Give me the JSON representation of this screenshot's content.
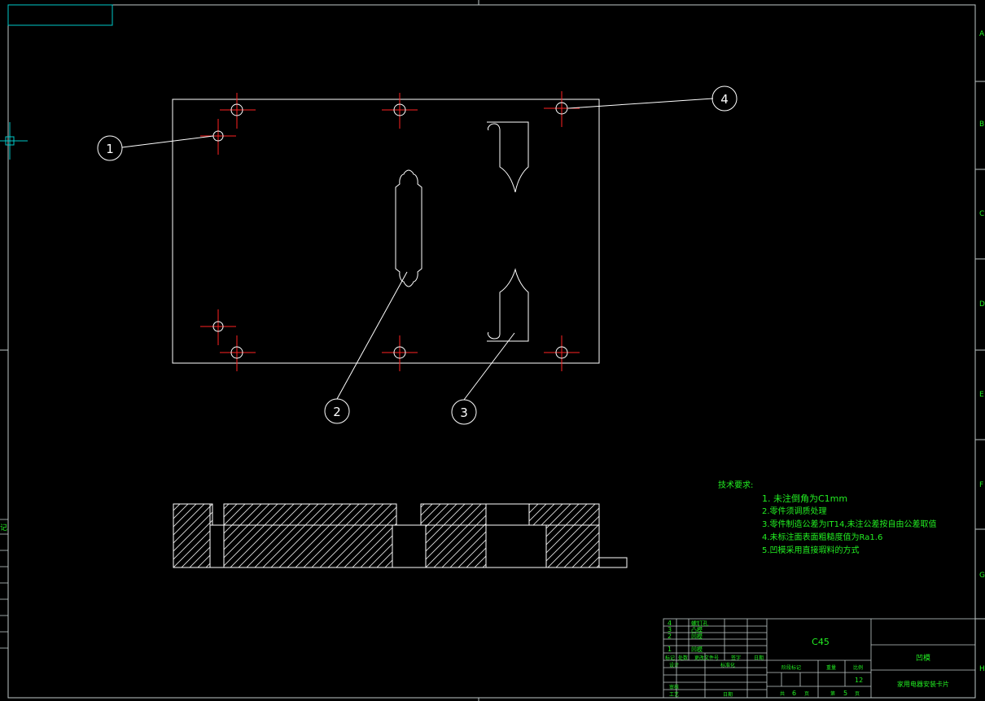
{
  "colors": {
    "background": "#000000",
    "outline": "#ffffff",
    "frame": "#bfc8c8",
    "cyan": "#00c8c8",
    "green": "#22ee22",
    "red": "#ff2222",
    "hatch": "#e0e0e0"
  },
  "balloons": [
    "1",
    "2",
    "3",
    "4"
  ],
  "border_letters": [
    "A",
    "B",
    "C",
    "D",
    "E",
    "F",
    "G",
    "H"
  ],
  "left_edge_label": "记",
  "tech_requirements": {
    "title": "技术要求:",
    "items": [
      "1. 未注倒角为C1mm",
      "2.零件须调质处理",
      "3.零件制造公差为IT14,未注公差按自由公差取值",
      "4.未标注面表面粗糙度值为Ra1.6",
      "5.凹模采用直接瑕料的方式"
    ]
  },
  "title_block": {
    "parts": [
      {
        "no": "4",
        "name": "螺钉孔"
      },
      {
        "no": "3",
        "name": "凸模"
      },
      {
        "no": "2",
        "name": "凹模"
      },
      {
        "no": "1",
        "name": "凹模"
      }
    ],
    "header_labels": [
      "标记",
      "处数",
      "更改文件号",
      "签字",
      "日期"
    ],
    "row_labels": [
      "设计",
      "审核",
      "工艺"
    ],
    "std_label": "标准化",
    "date_label": "日期",
    "material": "C45",
    "stage_label": "阶段标记",
    "weight_label": "重量",
    "scale_label": "比例",
    "scale_value": "12",
    "sheets_total_label": "共",
    "sheets_total": "6",
    "sheets_unit": "页",
    "sheet_no_label": "第",
    "sheet_no": "5",
    "sheet_unit": "页",
    "part_name": "凹模",
    "drawing_title": "家用电器安装卡片"
  }
}
